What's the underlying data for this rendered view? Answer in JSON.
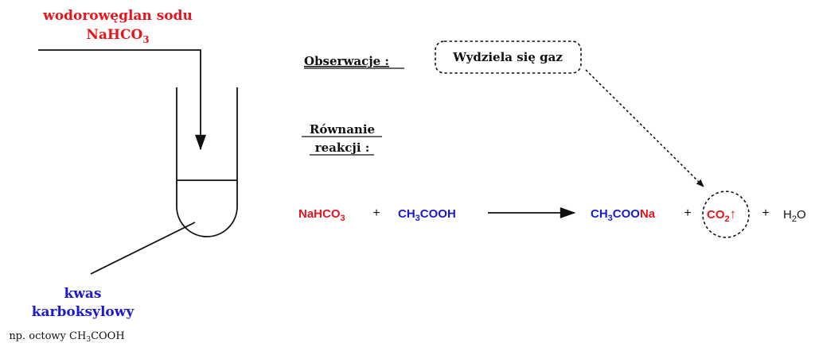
{
  "colors": {
    "reagent_red": "#e8141c",
    "reagent_blue": "#1a1ad0",
    "line": "#111111"
  },
  "reagent_top": {
    "name": "wodorowęglan sodu",
    "formula_main": "NaHCO",
    "formula_sub": "3"
  },
  "reagent_bottom": {
    "name_line1": "kwas",
    "name_line2": "karboksylowy",
    "example_prefix": "np. octowy CH",
    "example_sub": "3",
    "example_suffix": "COOH"
  },
  "observations": {
    "label": "Obserwacje :",
    "text": "Wydziela się gaz"
  },
  "equation_label": {
    "line1": "Równanie",
    "line2": "reakcji :"
  },
  "equation": {
    "r1_main": "NaHCO",
    "r1_sub": "3",
    "plus1": "+",
    "r2_pre": "CH",
    "r2_sub": "3",
    "r2_post": "COOH",
    "p1_pre": "CH",
    "p1_sub": "3",
    "p1_blue": "COO",
    "p1_red": "Na",
    "plus2": "+",
    "p2_main": "CO",
    "p2_sub": "2",
    "p2_arrow": "↑",
    "plus3": "+",
    "p3_pre": "H",
    "p3_sub": "2",
    "p3_post": "O"
  }
}
